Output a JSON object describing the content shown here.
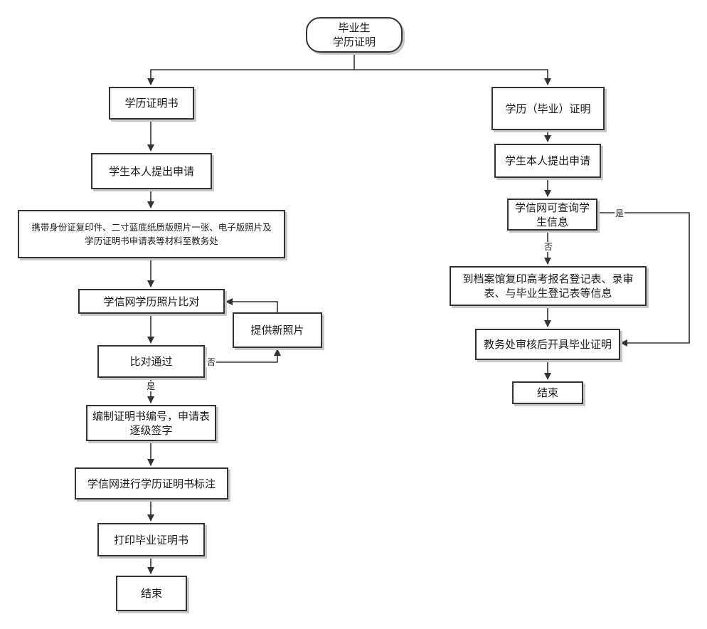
{
  "start": "毕业生\n学历证明",
  "left": {
    "certificate": "学历证明书",
    "apply": "学生本人提出申请",
    "materials": "携带身份证复印件、二寸蓝底纸质版照片一张、电子版照片及学历证明书申请表等材料至教务处",
    "compare": "学信网学历照片比对",
    "new_photo": "提供新照片",
    "pass": "比对通过",
    "numbering": "编制证明书编号，申请表逐级签字",
    "annotate": "学信网进行学历证明书标注",
    "print": "打印毕业证明书",
    "end": "结束"
  },
  "right": {
    "proof": "学历（毕业）证明",
    "apply": "学生本人提出申请",
    "query": "学信网可查询学生信息",
    "archive": "到档案馆复印高考报名登记表、录审表、与毕业生登记表等信息",
    "issue": "教务处审核后开具毕业证明",
    "end": "结束"
  },
  "labels": {
    "no_left": "否",
    "yes_left": "是",
    "yes_right": "是",
    "no_right": "否"
  }
}
